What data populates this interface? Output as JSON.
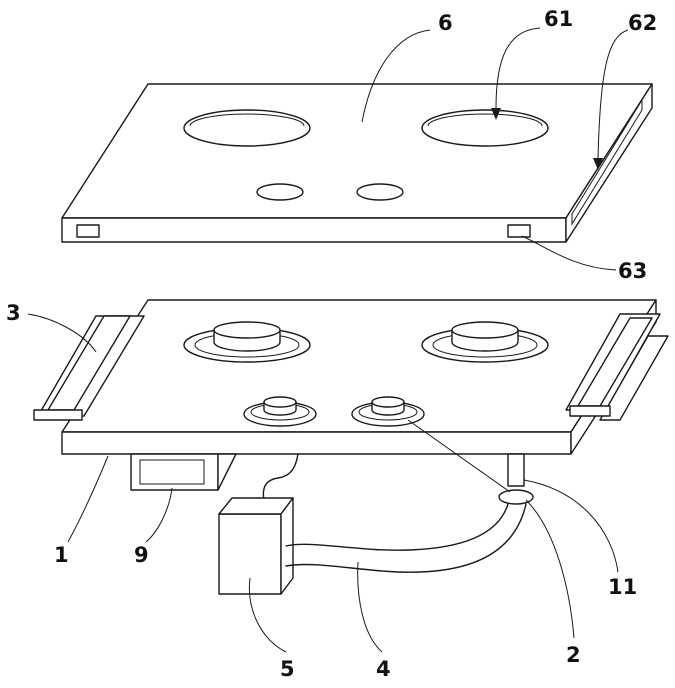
{
  "labels": {
    "l6": "6",
    "l61": "61",
    "l62": "62",
    "l63": "63",
    "l3": "3",
    "l1": "1",
    "l9": "9",
    "l5": "5",
    "l4": "4",
    "l2": "2",
    "l11": "11"
  }
}
